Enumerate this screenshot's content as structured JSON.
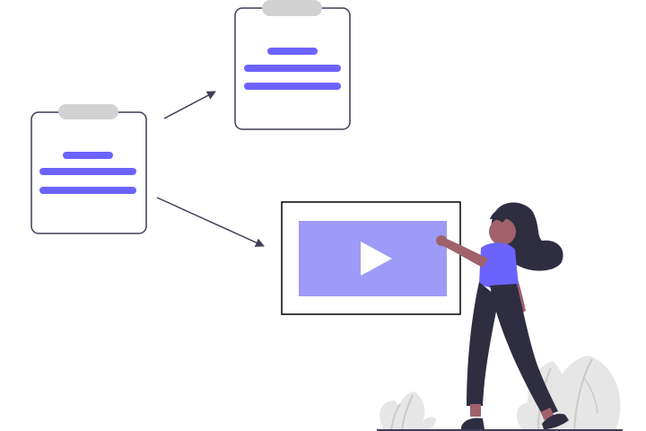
{
  "illustration": {
    "clipboard_source": {
      "text_lines": 3
    },
    "clipboard_target": {
      "text_lines": 3
    },
    "video_player": {
      "state": "paused",
      "play_icon": "play-icon"
    },
    "figure": {
      "pose": "pointing-at-screen"
    },
    "plants": {
      "count": 2
    }
  },
  "colors": {
    "accent": "#6c63ff",
    "video_fill": "#9e9af7",
    "outline": "#3f3d56",
    "clip_tab": "#d2d2d2",
    "hair": "#2f2e41",
    "skin": "#a0616a",
    "plant": "#e6e6e6",
    "plant_vein": "#c9c9c9"
  }
}
